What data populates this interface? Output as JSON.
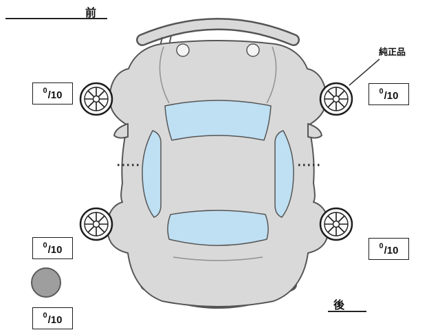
{
  "labels": {
    "front": "前",
    "rear": "後",
    "genuine_part": "純正品"
  },
  "tire_scores": {
    "front_left": {
      "value": "0",
      "max": "/10"
    },
    "front_right": {
      "value": "0",
      "max": "/10"
    },
    "rear_left": {
      "value": "0",
      "max": "/10"
    },
    "rear_right": {
      "value": "0",
      "max": "/10"
    },
    "spare": {
      "value": "0",
      "max": "/10"
    }
  },
  "icons": {
    "wheel": "alloy-wheel-icon",
    "spare_tire": "spare-tire-circle-icon"
  },
  "colors": {
    "body": "#d9d9d9",
    "glass": "#bfdff2",
    "outline": "#555555",
    "spare": "#9e9e9e"
  }
}
